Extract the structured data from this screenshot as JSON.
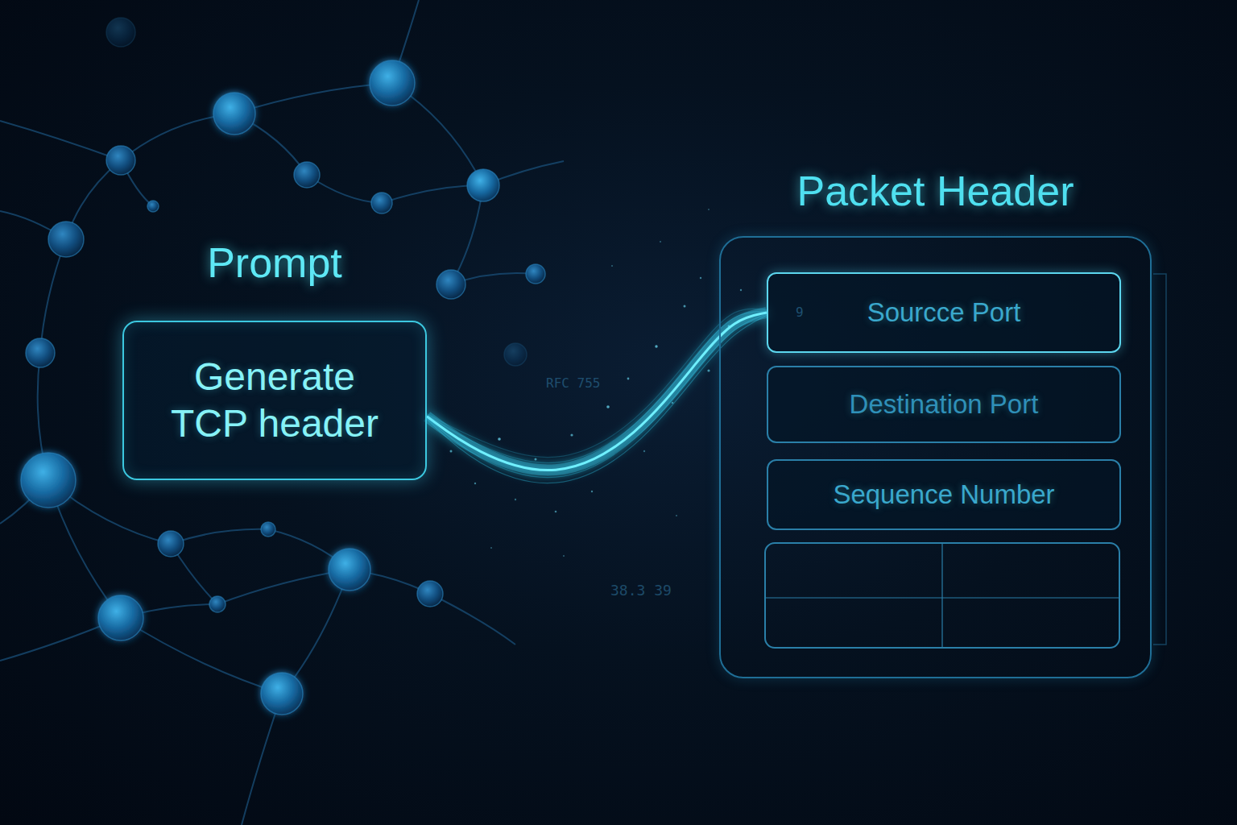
{
  "diagram": {
    "nodes": [
      {
        "text": [
          "Prompt",
          "Generate TCP header"
        ]
      },
      {
        "text": [
          "Packet Header"
        ]
      },
      {
        "text": [
          "Sourcce Port"
        ],
        "in": 1
      },
      {
        "text": [
          "Destination Port"
        ],
        "in": 1
      },
      {
        "text": [
          "Sequence Number"
        ],
        "in": 1
      }
    ],
    "edges": [
      {
        "from": 0,
        "to": 2,
        "arrow": "none"
      }
    ],
    "labels": [
      "RFC 755",
      "38.3 39",
      "9"
    ]
  }
}
